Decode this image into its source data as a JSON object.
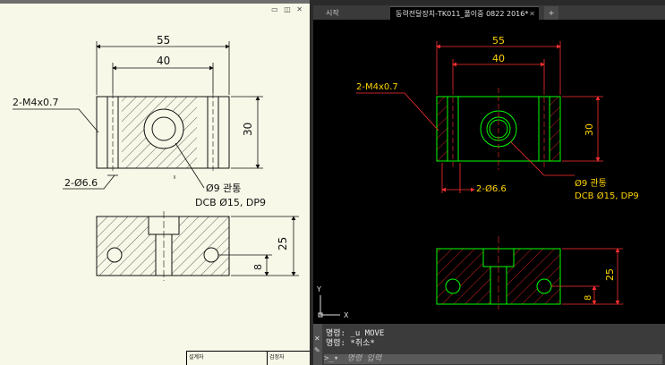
{
  "left_view": {
    "window_controls": "▭ ◫ ✕",
    "dims": {
      "width_55": "55",
      "width_40": "40",
      "height_30": "30",
      "tap": "2-M4x0.7",
      "hole": "2-Ø6.6",
      "thru_1": "Ø9 관통",
      "thru_2": "DCB Ø15,  DP9",
      "height_25": "25",
      "depth_8": "8"
    },
    "title_block": {
      "designer": "설계자",
      "checker": "검정자"
    }
  },
  "right_view": {
    "tabs": [
      {
        "label": "시작"
      },
      {
        "label": "동력전달장치-TK011_풀이중 0822 2016*"
      }
    ],
    "add_tab": "+",
    "dims": {
      "width_55": "55",
      "width_40": "40",
      "height_30": "30",
      "tap": "2-M4x0.7",
      "hole": "2-Ø6.6",
      "thru_1": "Ø9 관통",
      "thru_2": "DCB Ø15, DP9",
      "height_25": "25",
      "depth_8": "8"
    },
    "ucs": {
      "y": "Y",
      "x": "X"
    },
    "command": {
      "history": [
        "명령: _u MOVE",
        "명령: *취소*"
      ],
      "prompt_icon": ">_▾",
      "placeholder": "명령 입력"
    },
    "colors": {
      "geometry": "#00ff00",
      "dimension": "#ff3030",
      "dim_text": "#ffd400"
    }
  }
}
